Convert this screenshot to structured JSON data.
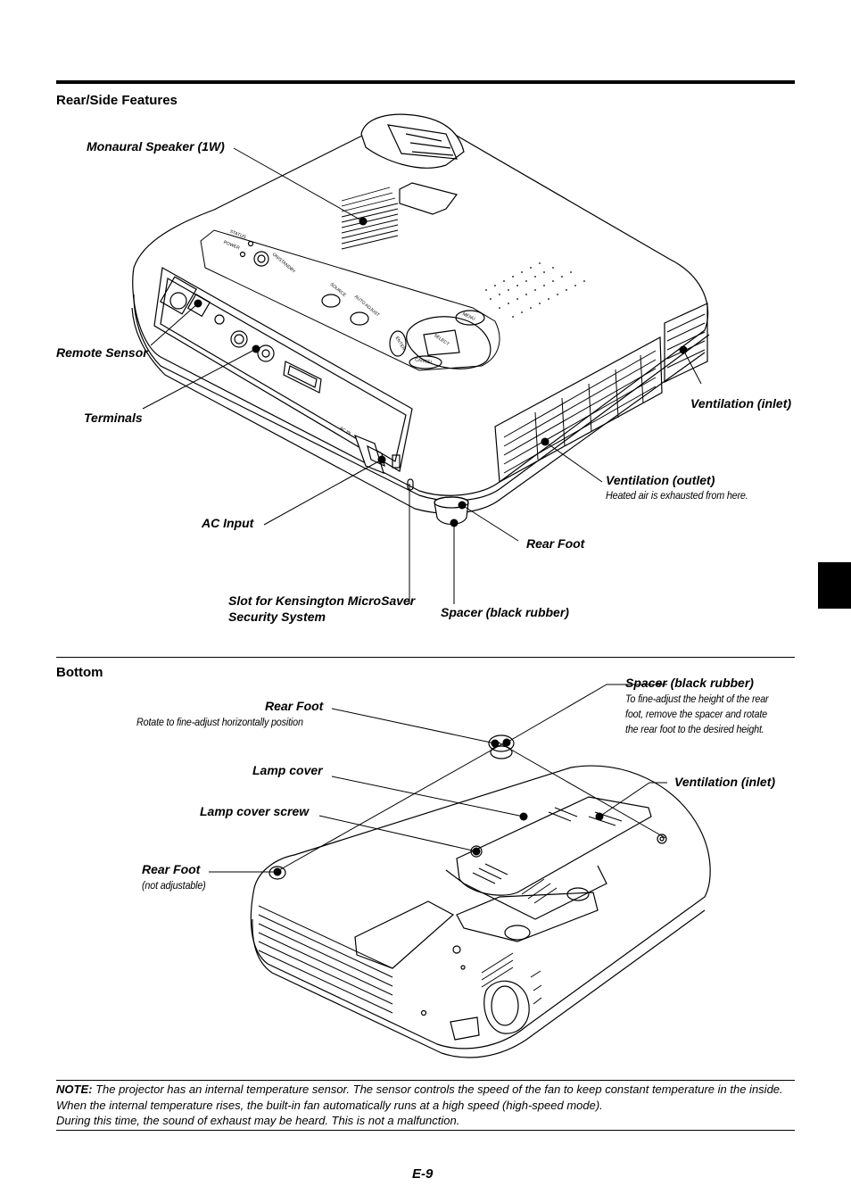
{
  "sections": {
    "rear": "Rear/Side Features",
    "bottom": "Bottom"
  },
  "rear_labels": {
    "speaker": "Monaural Speaker (1W)",
    "remote": "Remote Sensor",
    "terminals": "Terminals",
    "vent_inlet": "Ventilation (inlet)",
    "vent_outlet": "Ventilation (outlet)",
    "vent_outlet_sub": "Heated air is exhausted from here.",
    "ac_input": "AC Input",
    "rear_foot": "Rear Foot",
    "slot_line1": "Slot for Kensington MicroSaver",
    "slot_line2": "Security System",
    "spacer": "Spacer (black rubber)"
  },
  "projector_text": {
    "status": "STATUS",
    "power": "POWER",
    "on_standby": "ON/STANDBY",
    "source": "SOURCE",
    "auto_adjust": "AUTO ADJUST",
    "menu": "MENU",
    "enter": "ENTER",
    "select": "SELECT",
    "cancel": "CANCEL",
    "ac_in": "AC IN"
  },
  "bottom_labels": {
    "rear_foot": "Rear Foot",
    "rear_foot_sub": "Rotate to fine-adjust horizontally position",
    "lamp_cover": "Lamp cover",
    "lamp_screw": "Lamp cover screw",
    "rear_foot2": "Rear Foot",
    "rear_foot2_sub": "(not adjustable)",
    "spacer": "Spacer (black rubber)",
    "spacer_sub1": "To fine-adjust the height of the rear",
    "spacer_sub2": "foot, remove the spacer and rotate",
    "spacer_sub3": "the rear foot to the desired height.",
    "vent_inlet": "Ventilation (inlet)"
  },
  "note": {
    "prefix": "NOTE:",
    "line1": " The projector has an internal temperature sensor. The sensor controls the speed of the fan to keep constant temperature in the inside.",
    "line2": "When the internal temperature rises, the built-in fan automatically runs at a high speed (high-speed mode).",
    "line3": "During this time, the sound of exhaust may be heard. This is not a malfunction."
  },
  "page_number": "E-9"
}
